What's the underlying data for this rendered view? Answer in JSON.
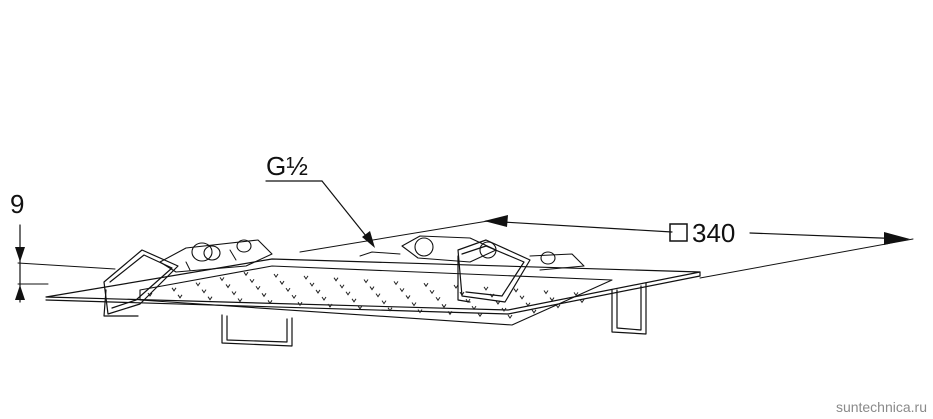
{
  "dimensions": {
    "height_label": "9",
    "connection_label": "G½",
    "square_symbol": "□",
    "size_value": "340"
  },
  "watermark": "suntechnica.ru"
}
